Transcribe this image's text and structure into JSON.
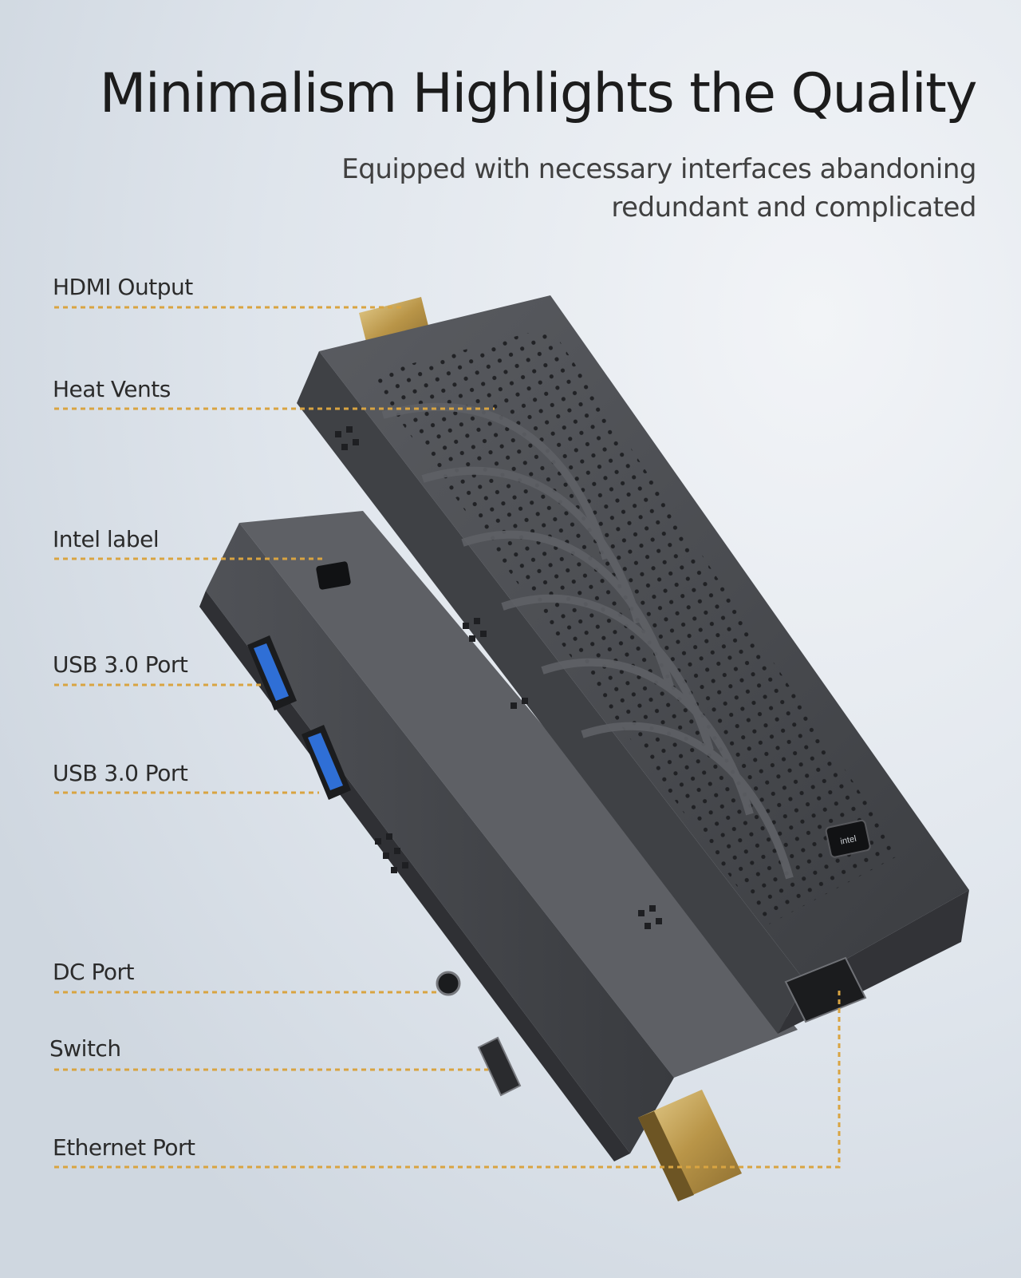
{
  "headline": "Minimalism Highlights the Quality",
  "subheadline": {
    "line1": "Equipped with necessary interfaces abandoning",
    "line2": "redundant and complicated"
  },
  "callouts": [
    {
      "label": "HDMI Output"
    },
    {
      "label": "Heat Vents"
    },
    {
      "label": "Intel label"
    },
    {
      "label": "USB 3.0 Port"
    },
    {
      "label": "USB 3.0 Port"
    },
    {
      "label": "DC Port"
    },
    {
      "label": "Switch"
    },
    {
      "label": "Ethernet Port"
    }
  ],
  "badge": {
    "text": "intel"
  },
  "colors": {
    "background": "#dfe5ec",
    "device_body": "#4a4c50",
    "callout_line": "#d9a441",
    "usb_blue": "#2f6fd6",
    "hdmi_gold": "#c9a458"
  }
}
